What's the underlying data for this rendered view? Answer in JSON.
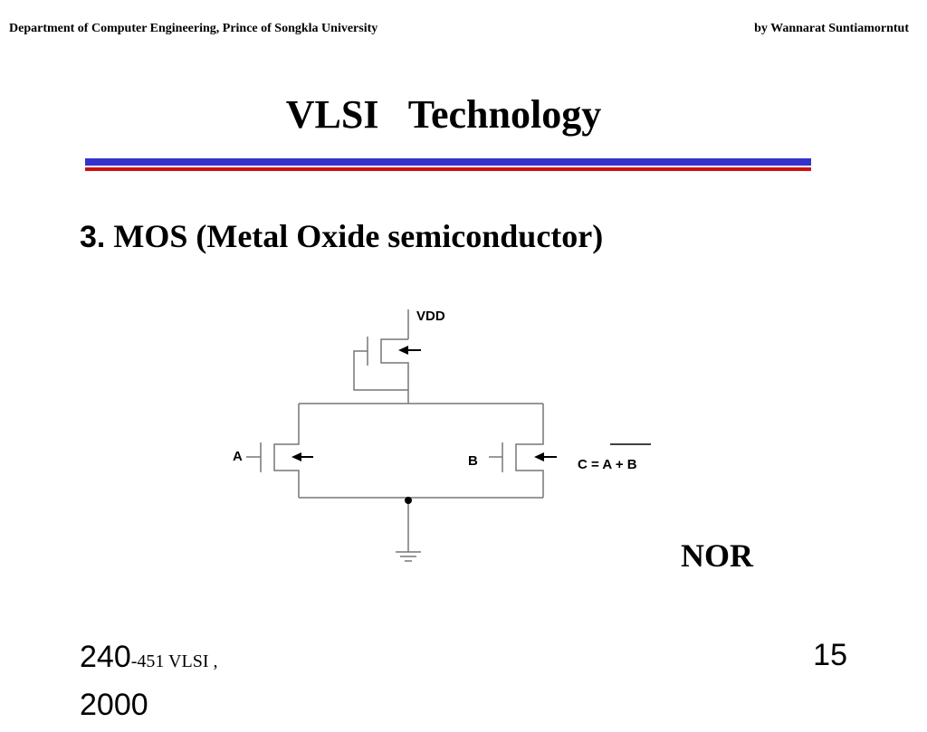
{
  "header": {
    "left": "Department of Computer Engineering, Prince of Songkla University",
    "right": "by Wannarat Suntiamorntut"
  },
  "slide": {
    "title": "VLSI   Technology",
    "section_number": "3.",
    "section_title": " MOS (Metal Oxide semiconductor)"
  },
  "circuit": {
    "vdd": "VDD",
    "input_a": "A",
    "input_b": "B",
    "output": "C = A + B",
    "gate_name": "NOR"
  },
  "footer": {
    "course_code": "240",
    "course_name": "-451 VLSI ,",
    "year": "2000",
    "page": "15"
  },
  "colors": {
    "rule_blue": "#3333cc",
    "rule_red": "#cc1111"
  }
}
